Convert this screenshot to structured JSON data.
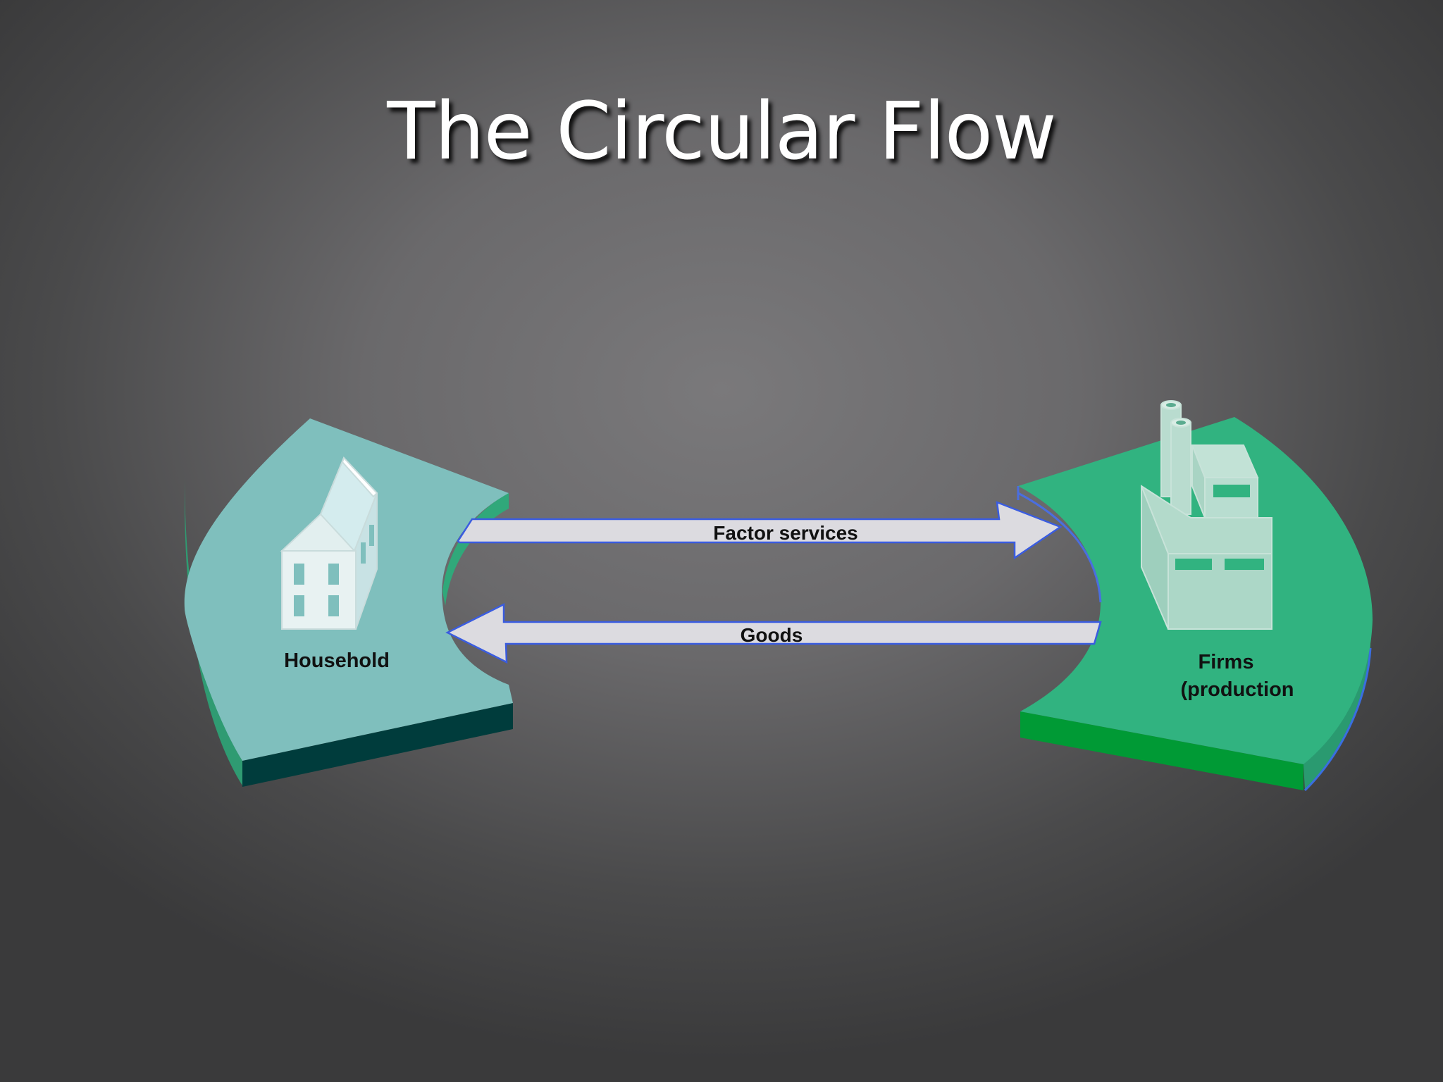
{
  "slide": {
    "title": "The Circular Flow"
  },
  "diagram": {
    "household": {
      "label": "Household",
      "icon": "house-icon",
      "color": "#7fbfbd"
    },
    "firms": {
      "label_line1": "Firms",
      "label_line2": "(production",
      "icon": "factory-icon",
      "color": "#31b380"
    },
    "flows": [
      {
        "label": "Factor services",
        "direction": "household-to-firms"
      },
      {
        "label": "Goods",
        "direction": "firms-to-household"
      }
    ]
  }
}
